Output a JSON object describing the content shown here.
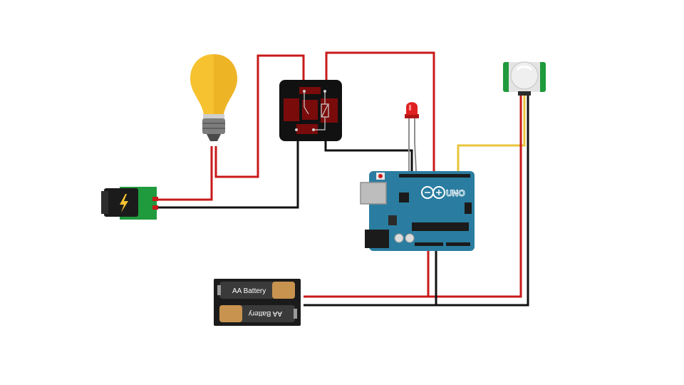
{
  "battery": {
    "top_label": "AA Battery",
    "bottom_label": "AA Battery"
  },
  "arduino": {
    "brand": "UNO"
  },
  "colors": {
    "power_wire": "#c81a1a",
    "ground_wire": "#111111",
    "signal_wire": "#e8c43a",
    "board": "#2a7da0",
    "bulb": "#f6c22f",
    "relay_body": "#111111",
    "relay_detail": "#7a0b0b",
    "led": "#e02020",
    "pcb_green": "#1f9a3c"
  }
}
